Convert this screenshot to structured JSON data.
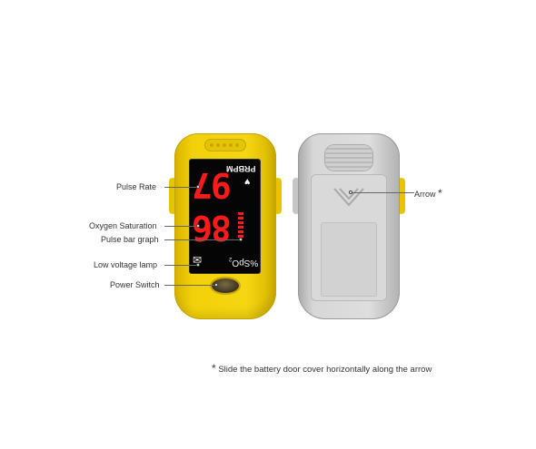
{
  "labels": {
    "pulse_rate": "Pulse Rate",
    "oxygen_saturation": "Oxygen Saturation",
    "pulse_bar_graph": "Pulse bar graph",
    "low_voltage_lamp": "Low voltage lamp",
    "power_switch": "Power Switch",
    "arrow": "Arrow",
    "arrow_star": "*"
  },
  "display": {
    "pulse_value": "97",
    "spo2_value": "86",
    "prbpm_label": "PRBPM",
    "spo2_label": "%SpO",
    "spo2_subscript": "2"
  },
  "footnote": {
    "star": "*",
    "text": "Slide the battery door cover horizontally along the arrow"
  },
  "colors": {
    "device_front": "#f5d612",
    "device_back": "#dedede",
    "led_red": "#ff1a1a",
    "screen": "#050505"
  }
}
